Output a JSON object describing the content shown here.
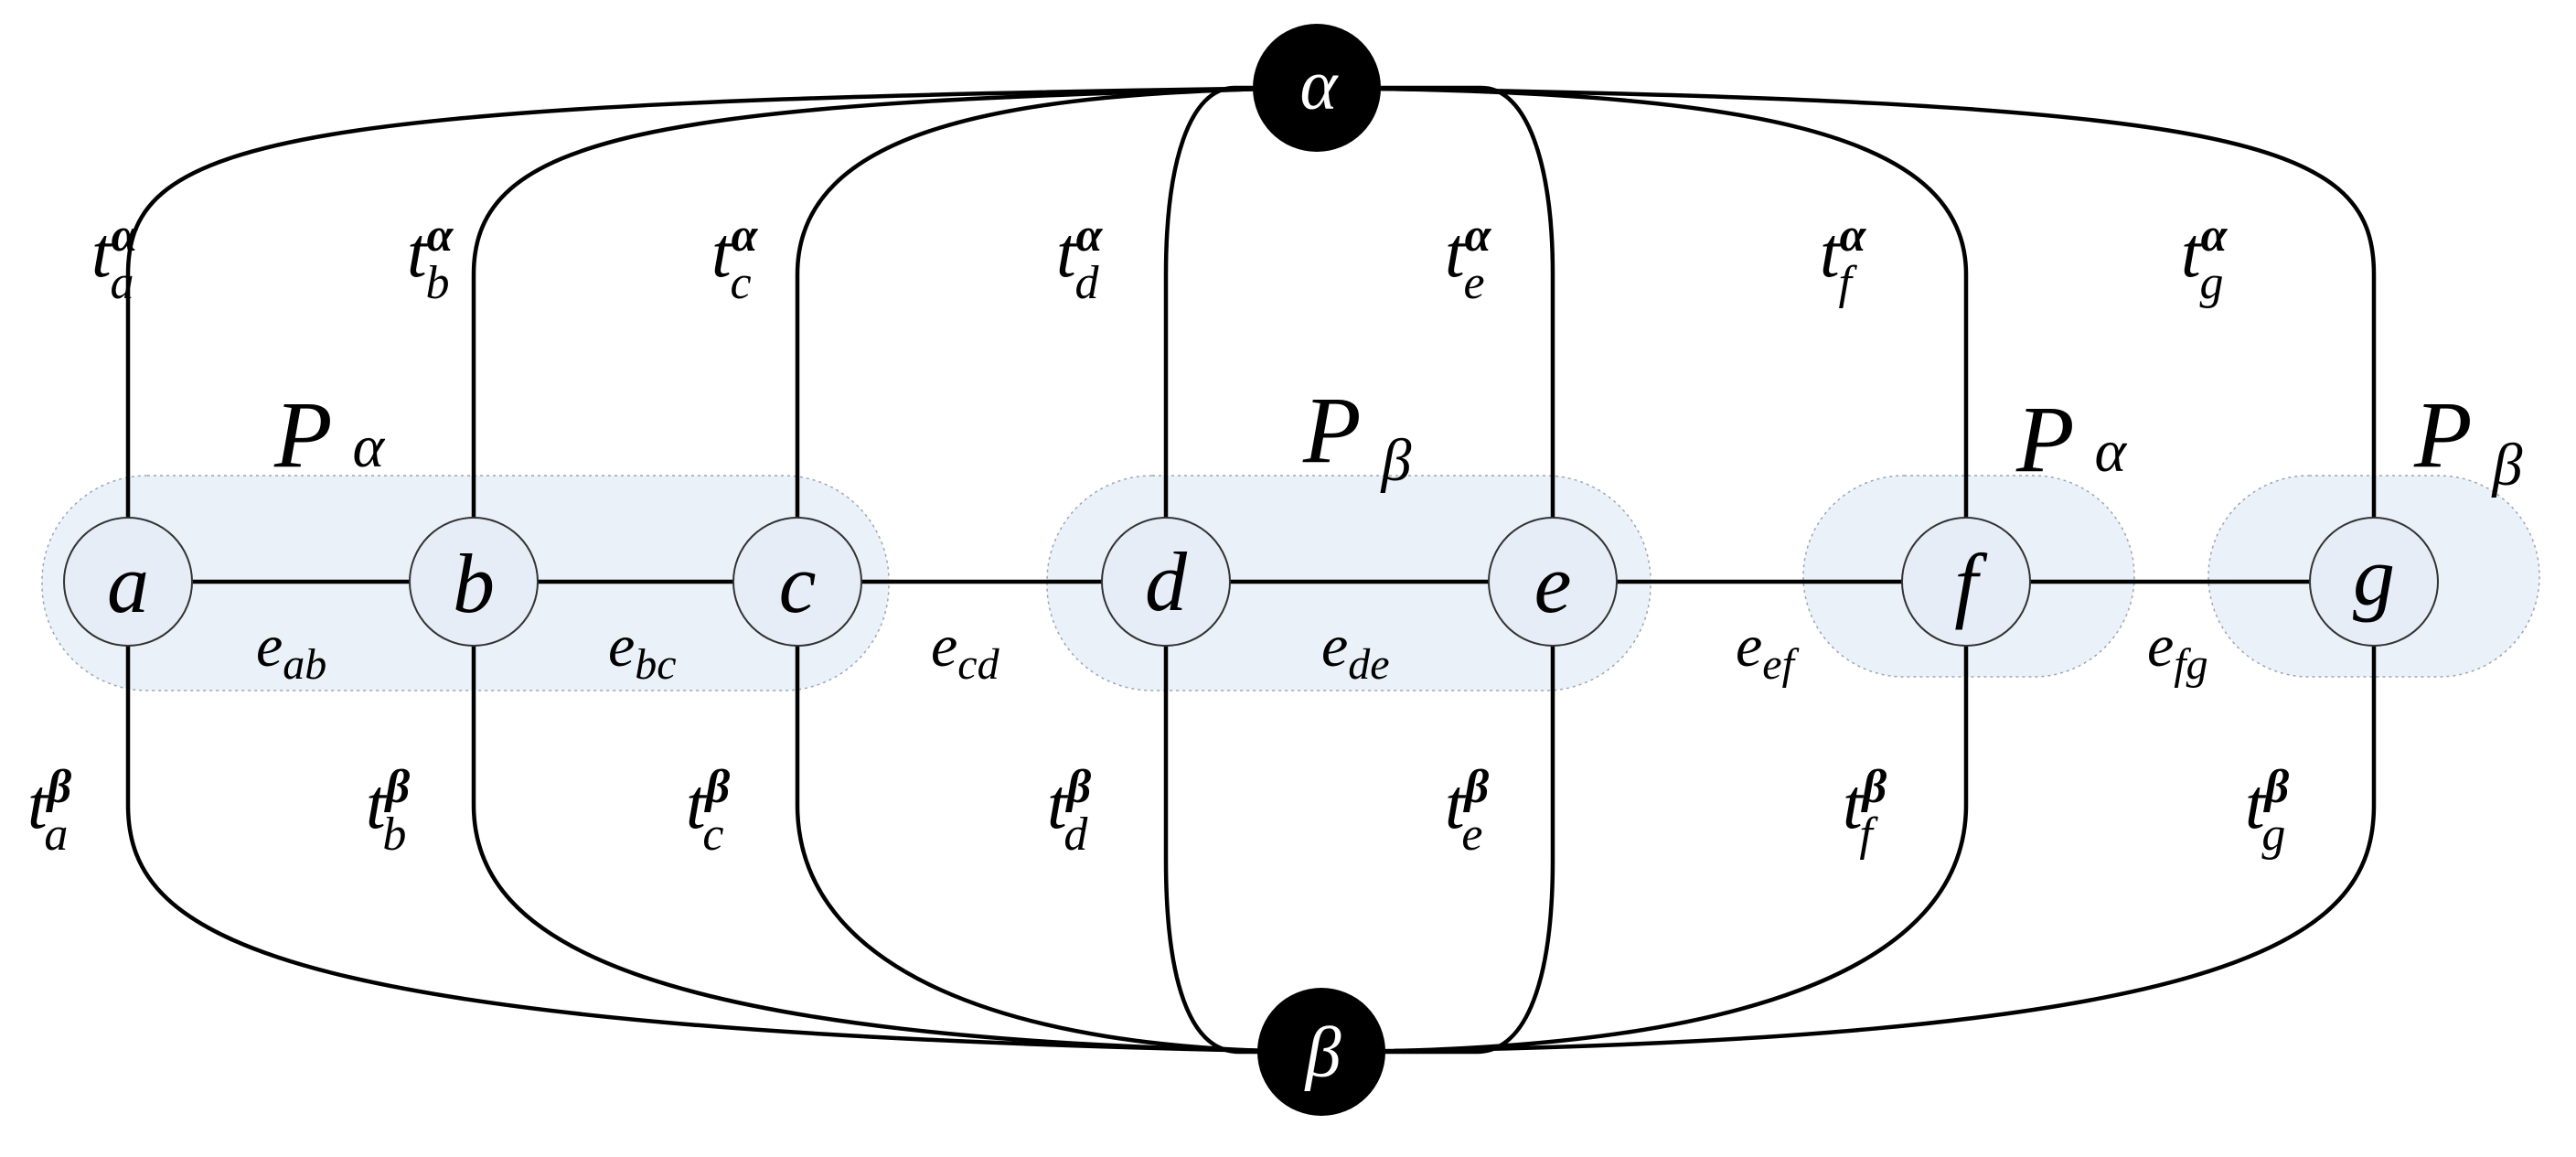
{
  "diagram": {
    "colors": {
      "group_fill": "#e6edf6",
      "node_fill": "#e6edf6",
      "line": "#000000",
      "terminal_fill": "#000000",
      "terminal_text": "#ffffff"
    },
    "terminals": {
      "top": "α",
      "bottom": "β"
    },
    "nodes": [
      "a",
      "b",
      "c",
      "d",
      "e",
      "f",
      "g"
    ],
    "partition_labels": [
      {
        "main": "P",
        "sub": "α"
      },
      {
        "main": "P",
        "sub": "β"
      },
      {
        "main": "P",
        "sub": "α"
      },
      {
        "main": "P",
        "sub": "β"
      }
    ],
    "edges": [
      {
        "main": "e",
        "sub": "ab"
      },
      {
        "main": "e",
        "sub": "bc"
      },
      {
        "main": "e",
        "sub": "cd"
      },
      {
        "main": "e",
        "sub": "de"
      },
      {
        "main": "e",
        "sub": "ef"
      },
      {
        "main": "e",
        "sub": "fg"
      }
    ],
    "t_alpha": [
      {
        "main": "t",
        "sup": "α",
        "sub": "a"
      },
      {
        "main": "t",
        "sup": "α",
        "sub": "b"
      },
      {
        "main": "t",
        "sup": "α",
        "sub": "c"
      },
      {
        "main": "t",
        "sup": "α",
        "sub": "d"
      },
      {
        "main": "t",
        "sup": "α",
        "sub": "e"
      },
      {
        "main": "t",
        "sup": "α",
        "sub": "f"
      },
      {
        "main": "t",
        "sup": "α",
        "sub": "g"
      }
    ],
    "t_beta": [
      {
        "main": "t",
        "sup": "β",
        "sub": "a"
      },
      {
        "main": "t",
        "sup": "β",
        "sub": "b"
      },
      {
        "main": "t",
        "sup": "β",
        "sub": "c"
      },
      {
        "main": "t",
        "sup": "β",
        "sub": "d"
      },
      {
        "main": "t",
        "sup": "β",
        "sub": "e"
      },
      {
        "main": "t",
        "sup": "β",
        "sub": "f"
      },
      {
        "main": "t",
        "sup": "β",
        "sub": "g"
      }
    ]
  }
}
